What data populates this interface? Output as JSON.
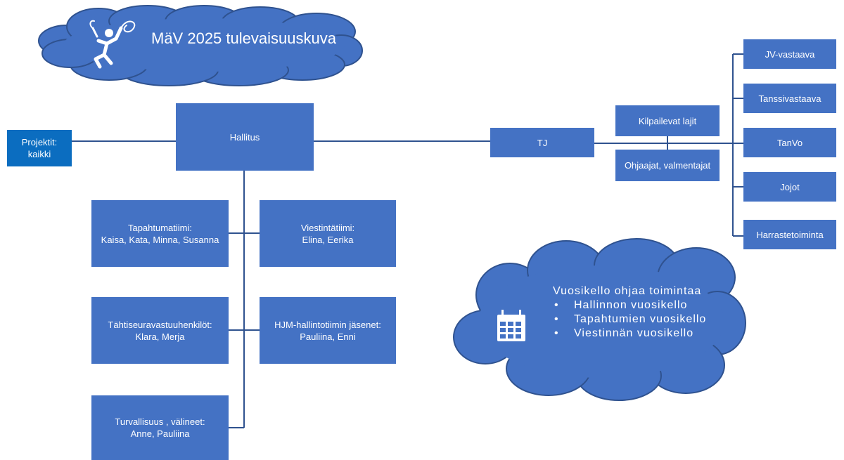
{
  "title": "MäV 2025 tulevaisuuskuva",
  "projects": {
    "line1": "Projektit:",
    "line2": "kaikki"
  },
  "board": "Hallitus",
  "ceo": "TJ",
  "ceo_mid": {
    "upper": "Kilpailevat lajit",
    "lower": "Ohjaajat, valmentajat"
  },
  "disciplines": [
    "JV-vastaava",
    "Tanssivastaava",
    "TanVo",
    "Jojot",
    "Harrastetoiminta"
  ],
  "teams": [
    {
      "name": "Tapahtumatiimi:",
      "members": "Kaisa, Kata, Minna, Susanna"
    },
    {
      "name": "Viestintätiimi:",
      "members": "Elina, Eerika"
    },
    {
      "name": "Tähtiseuravastuuhenkilöt:",
      "members": "Klara, Merja"
    },
    {
      "name": "HJM-hallintotiimin jäsenet:",
      "members": "Pauliina, Enni"
    },
    {
      "name": "Turvallisuus , välineet:",
      "members": "Anne, Pauliina"
    }
  ],
  "calendar_cloud": {
    "heading": "Vuosikello ohjaa toimintaa",
    "items": [
      "Hallinnon vuosikello",
      "Tapahtumien vuosikello",
      "Viestinnän vuosikello"
    ]
  },
  "icons": {
    "title_cloud": "gymnast-ribbon-icon",
    "calendar_cloud": "calendar-icon"
  },
  "colors": {
    "box": "#4472c4",
    "project_box": "#0b6dc0",
    "cloud": "#4472c4",
    "cloud_border": "#2f528f",
    "line": "#2f528f"
  }
}
